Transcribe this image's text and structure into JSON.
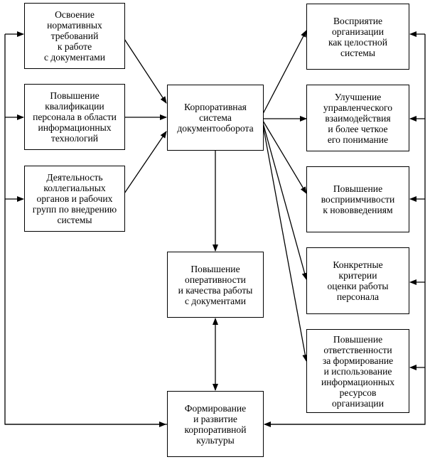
{
  "diagram": {
    "inputs": [
      "Освоение\nнормативных\nтребований\nк работе\nс документами",
      "Повышение\nквалификации\nперсонала в области\nинформационных\nтехнологий",
      "Деятельность\nколлегиальных\nорганов и рабочих\nгрупп по внедрению\nсистемы"
    ],
    "center": "Корпоративная\nсистема\nдокументооборота",
    "efficiency": "Повышение\nоперативности\nи качества работы\nс документами",
    "culture": "Формирование\nи развитие\nкорпоративной\nкультуры",
    "outputs": [
      "Восприятие\nорганизации\nкак целостной\nсистемы",
      "Улучшение\nуправленческого\nвзаимодействия\nи более четкое\nего понимание",
      "Повышение\nвосприимчивости\nк нововведениям",
      "Конкретные\nкритерии\nоценки работы\nперсонала",
      "Повышение\nответственности\nза формирование\nи использование\nинформационных\nресурсов\nорганизации"
    ]
  }
}
